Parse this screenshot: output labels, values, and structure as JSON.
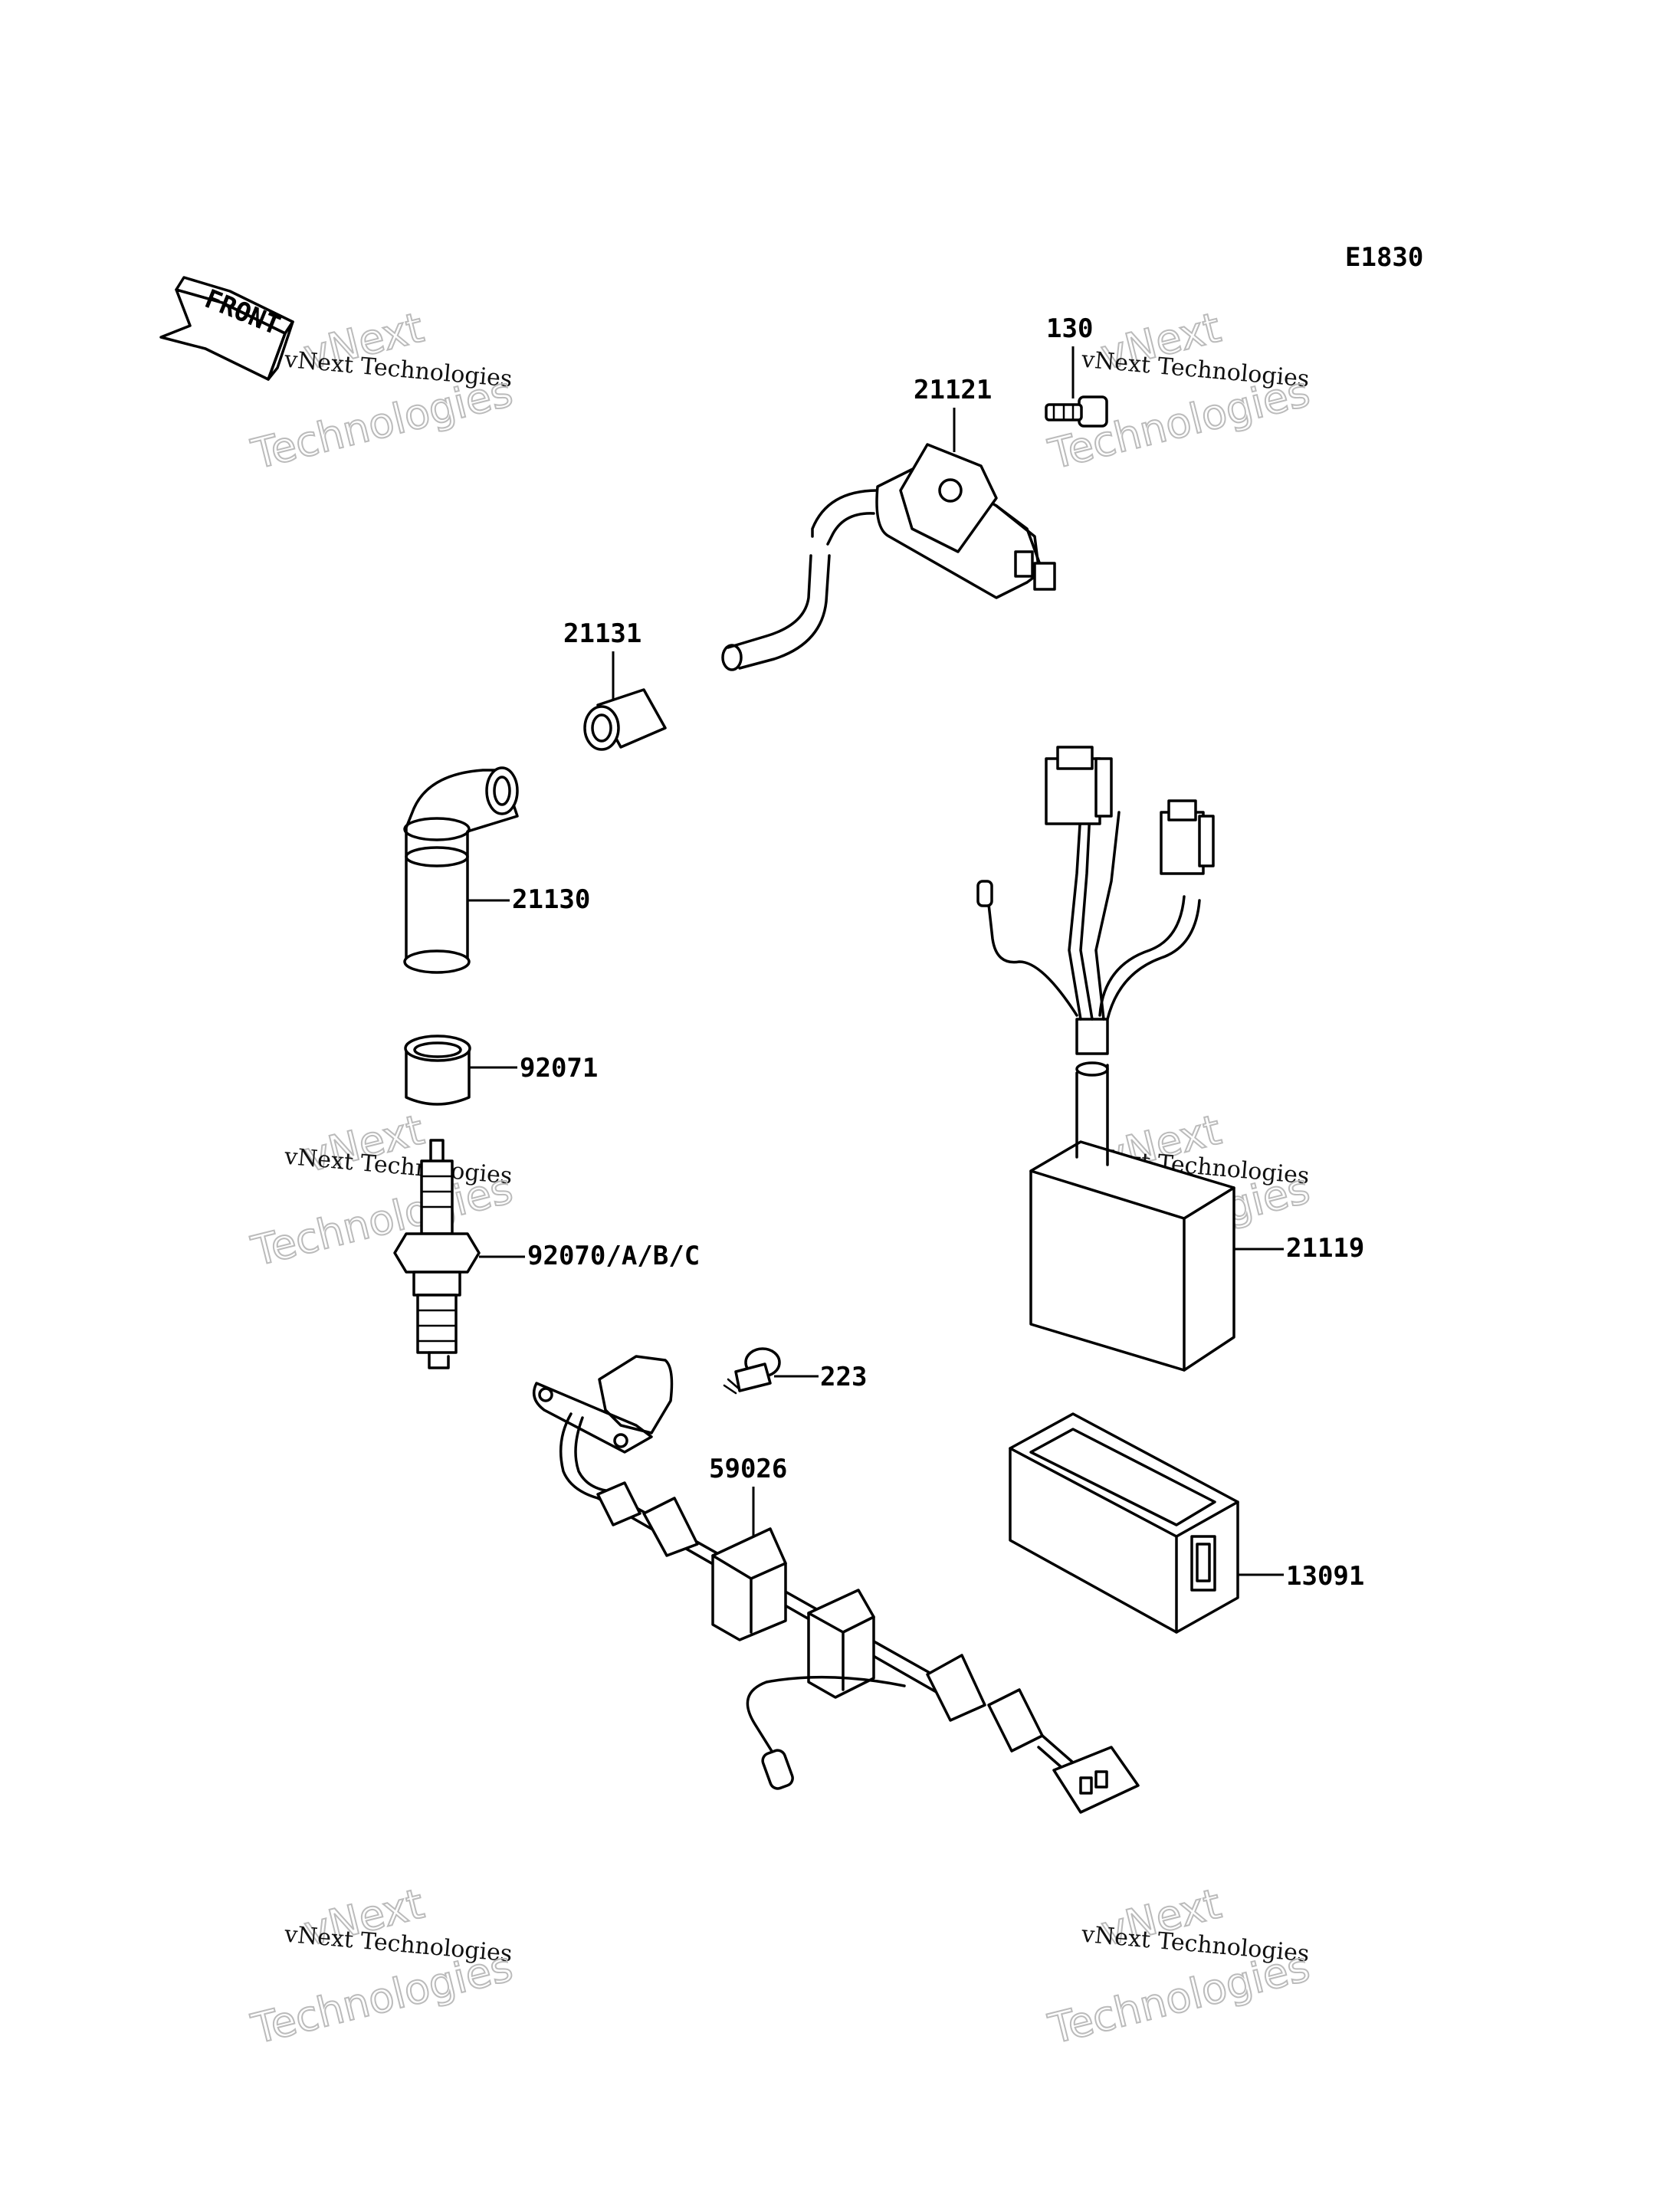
{
  "diagram_code": "E1830",
  "front_label": "FRONT",
  "watermark": {
    "line1": "vNext",
    "line2": "vNext Technologies",
    "line3": "Technologies"
  },
  "parts": [
    {
      "id": "130",
      "label": "130"
    },
    {
      "id": "21121",
      "label": "21121"
    },
    {
      "id": "21131",
      "label": "21131"
    },
    {
      "id": "21130",
      "label": "21130"
    },
    {
      "id": "92071",
      "label": "92071"
    },
    {
      "id": "92070",
      "label": "92070/A/B/C"
    },
    {
      "id": "21119",
      "label": "21119"
    },
    {
      "id": "223",
      "label": "223"
    },
    {
      "id": "59026",
      "label": "59026"
    },
    {
      "id": "13091",
      "label": "13091"
    }
  ]
}
